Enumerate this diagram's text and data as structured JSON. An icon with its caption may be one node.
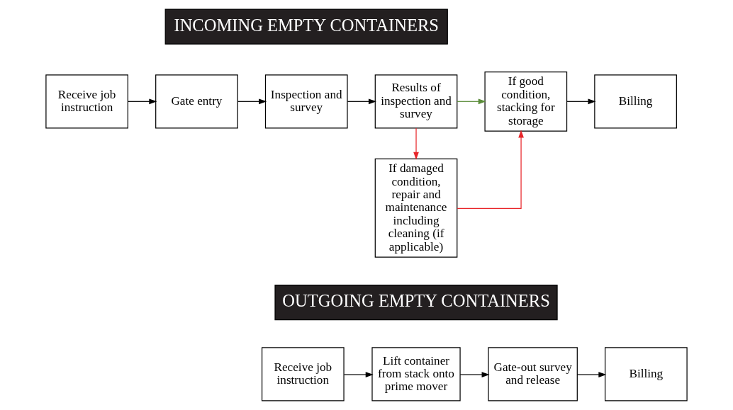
{
  "diagram": {
    "nodes": [
      {
        "text": [
          "INCOMING EMPTY CONTAINERS"
        ]
      },
      {
        "text": [
          "Receive job instruction"
        ]
      },
      {
        "text": [
          "Gate entry"
        ]
      },
      {
        "text": [
          "Inspection and survey"
        ]
      },
      {
        "text": [
          "Results of inspection and survey"
        ]
      },
      {
        "text": [
          "If good condition, stacking for storage"
        ]
      },
      {
        "text": [
          "Billing"
        ]
      },
      {
        "text": [
          "If damaged condition, repair and maintenance including cleaning (if applicable)"
        ]
      },
      {
        "text": [
          "OUTGOING EMPTY CONTAINERS"
        ]
      },
      {
        "text": [
          "Receive job instruction"
        ]
      },
      {
        "text": [
          "Lift container from stack onto prime mover"
        ]
      },
      {
        "text": [
          "Gate-out survey and release"
        ]
      },
      {
        "text": [
          "Billing"
        ]
      }
    ],
    "edges": [
      {
        "from": 1,
        "to": 2,
        "arrow": "to"
      },
      {
        "from": 2,
        "to": 3,
        "arrow": "to"
      },
      {
        "from": 3,
        "to": 4,
        "arrow": "to"
      },
      {
        "from": 4,
        "to": 5,
        "arrow": "to",
        "color": "#5b8c3a"
      },
      {
        "from": 5,
        "to": 6,
        "arrow": "to"
      },
      {
        "from": 4,
        "to": 7,
        "arrow": "to",
        "color": "#e8262a"
      },
      {
        "from": 7,
        "to": 5,
        "arrow": "to",
        "color": "#e8262a"
      },
      {
        "from": 9,
        "to": 10,
        "arrow": "to"
      },
      {
        "from": 10,
        "to": 11,
        "arrow": "to"
      },
      {
        "from": 11,
        "to": 12,
        "arrow": "to"
      }
    ]
  }
}
